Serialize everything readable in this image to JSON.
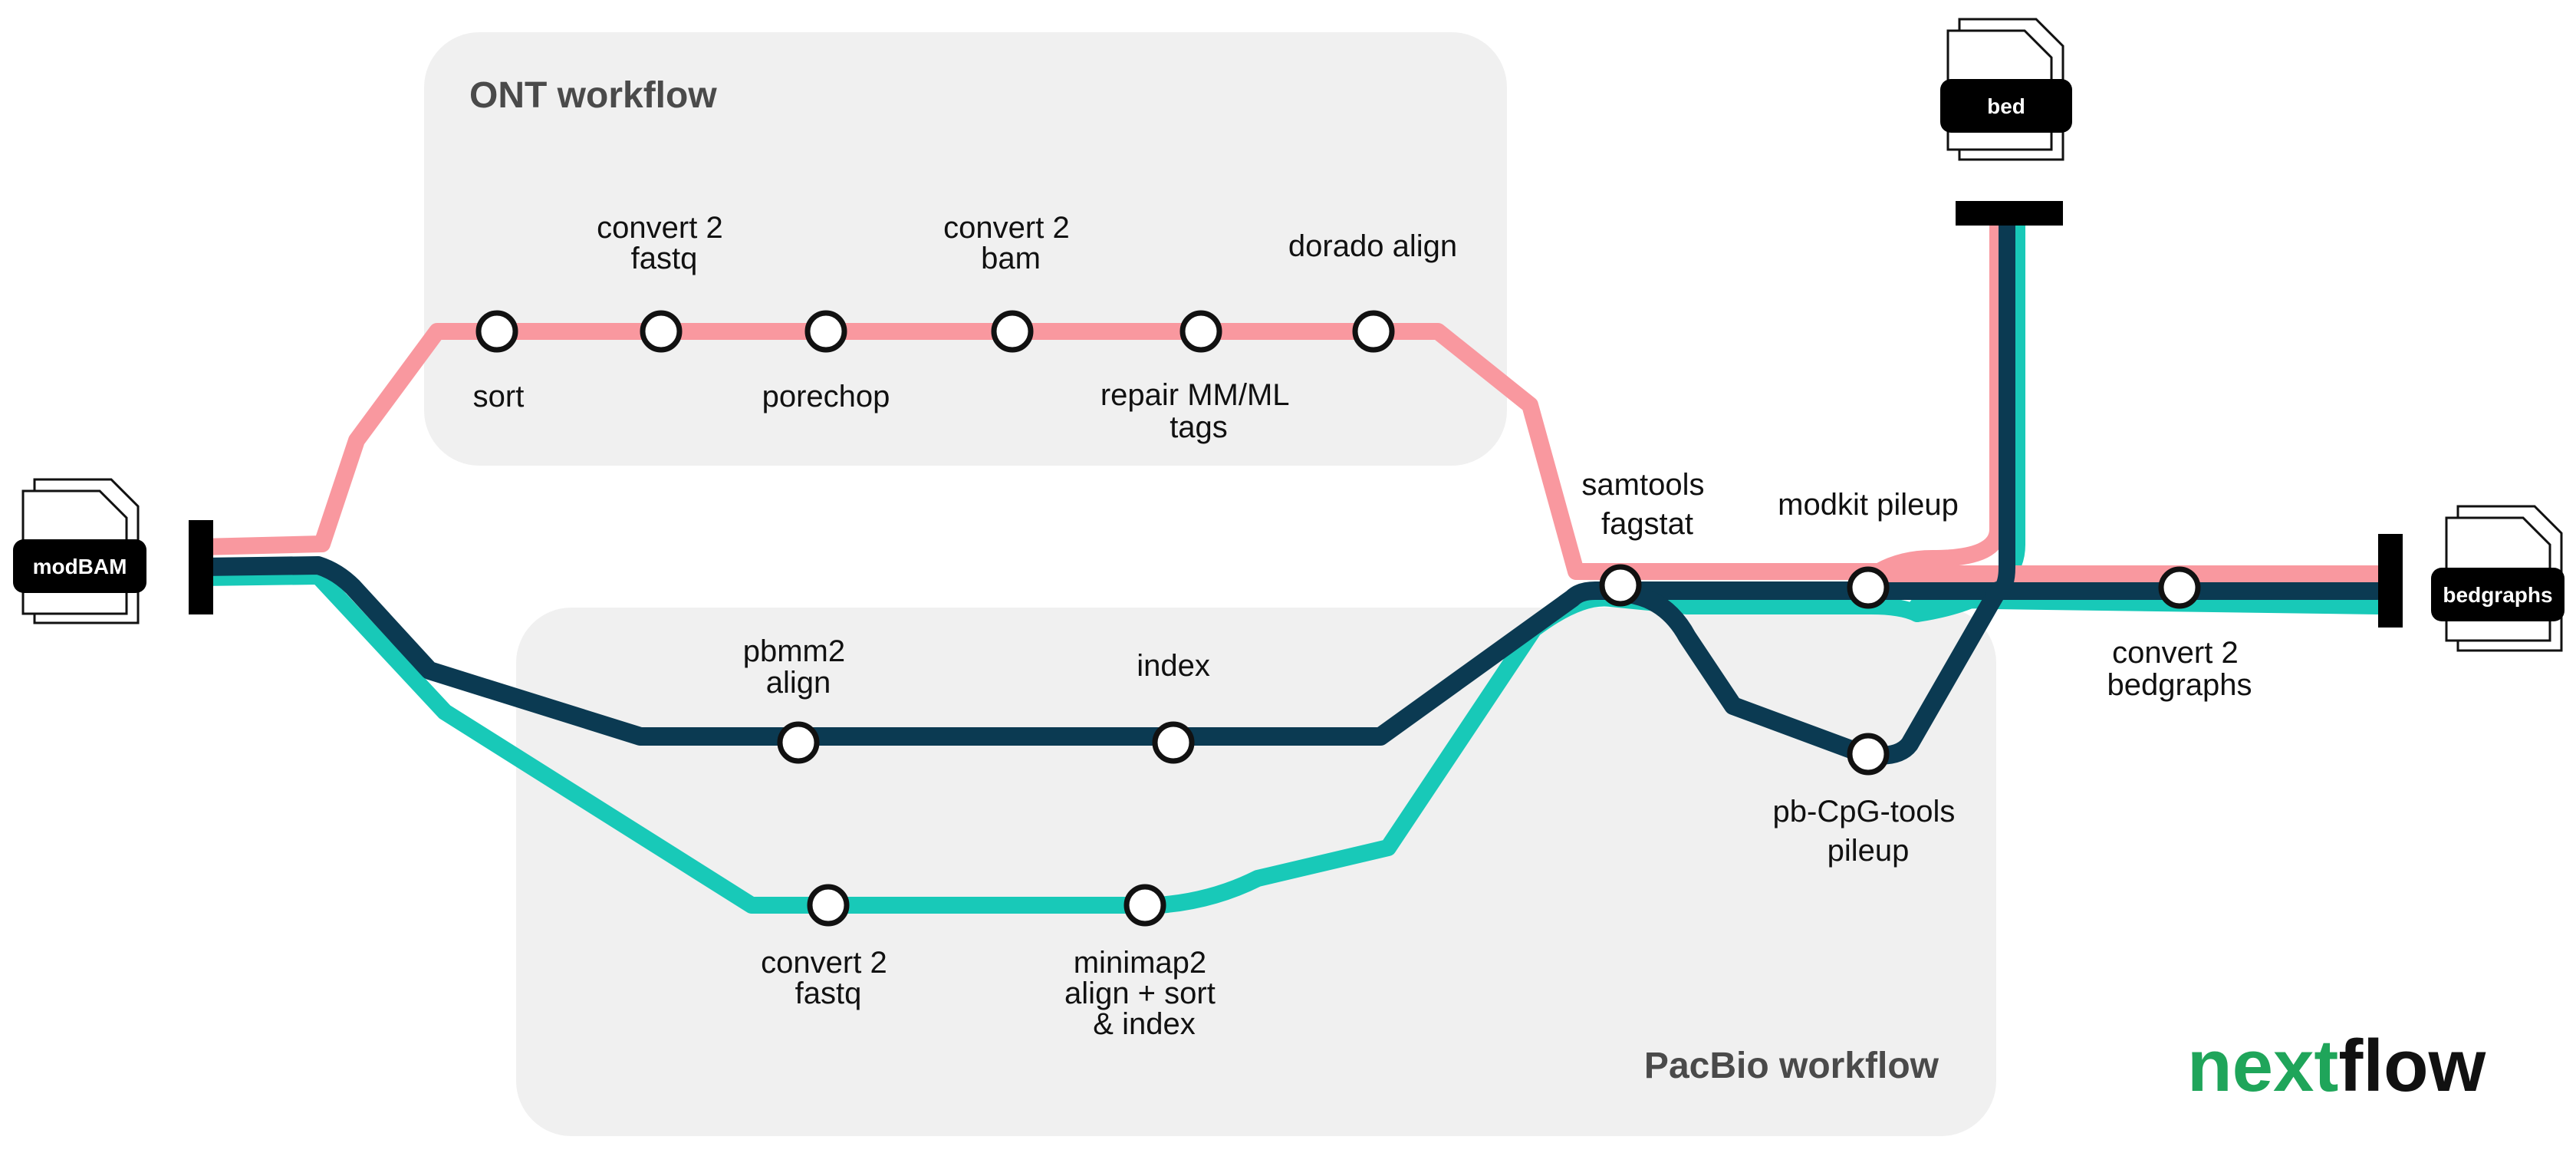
{
  "regions": {
    "ont": {
      "title": "ONT workflow"
    },
    "pacbio": {
      "title": "PacBio workflow"
    }
  },
  "colors": {
    "ont_line": "#F9989F",
    "pacbio_pbmm2_line": "#0B3A52",
    "pacbio_minimap2_line": "#18C9B8",
    "region_fill": "#F0F0F0",
    "node_fill": "#FFFFFF",
    "node_stroke": "#111111",
    "nextflow_green": "#1FA55A",
    "nextflow_black": "#111111"
  },
  "files": {
    "input": "modBAM",
    "bed": "bed",
    "bedgraphs": "bedgraphs"
  },
  "steps": {
    "sort": "sort",
    "convert_fastq_ont": [
      "convert 2",
      "fastq"
    ],
    "porechop": "porechop",
    "convert_bam": [
      "convert 2",
      "bam"
    ],
    "repair_tags": [
      "repair MM/ML",
      "tags"
    ],
    "dorado_align": "dorado align",
    "samtools": [
      "samtools",
      "fagstat"
    ],
    "modkit": "modkit pileup",
    "convert_bedgraphs": [
      "convert 2",
      "bedgraphs"
    ],
    "pbmm2": [
      "pbmm2",
      "align"
    ],
    "index": "index",
    "pbcpg": [
      "pb-CpG-tools",
      "pileup"
    ],
    "convert_fastq_pb": [
      "convert 2",
      "fastq"
    ],
    "minimap2": [
      "minimap2",
      "align + sort",
      "& index"
    ]
  },
  "logo": {
    "prefix": "next",
    "suffix": "flow"
  }
}
